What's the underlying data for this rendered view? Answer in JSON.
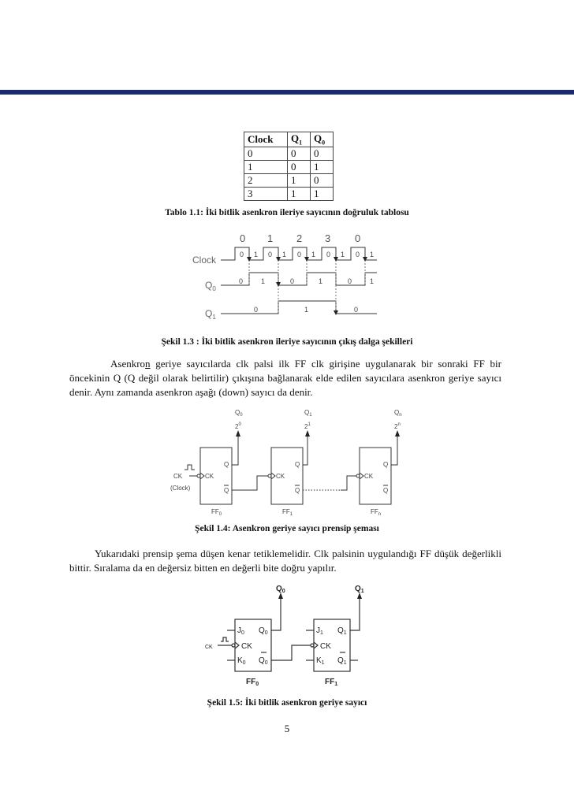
{
  "table": {
    "headers": [
      "Clock",
      "Q",
      "Q"
    ],
    "header_subs": [
      "",
      "1",
      "0"
    ],
    "rows": [
      [
        "0",
        "0",
        "0"
      ],
      [
        "1",
        "0",
        "1"
      ],
      [
        "2",
        "1",
        "0"
      ],
      [
        "3",
        "1",
        "1"
      ]
    ]
  },
  "captions": {
    "table": "Tablo 1.1: İki bitlik asenkron ileriye sayıcının doğruluk tablosu",
    "fig13": "Şekil 1.3 : İki bitlik asenkron ileriye sayıcının çıkış dalga şekilleri",
    "fig14": "Şekil 1.4:  Asenkron geriye sayıcı prensip şeması",
    "fig15": "Şekil 1.5: İki bitlik asenkron geriye sayıcı"
  },
  "paragraph1": {
    "pre": "Asenkro",
    "underlined": "n",
    "post": " geriye sayıcılarda clk palsi ilk FF clk girişine uygulanarak bir sonraki FF bir öncekinin Q (Q değil olarak belirtilir) çıkışına bağlanarak elde edilen sayıcılara asenkron geriye sayıcı denir. Aynı zamanda asenkron aşağı (down) sayıcı da denir."
  },
  "paragraph2": "Yukarıdaki prensip şema düşen kenar tetiklemelidir. Clk palsinin uygulandığı FF düşük değerlikli bittir. Sıralama da en değersiz bitten en değerli bite doğru yapılır.",
  "waveform": {
    "signal_labels": [
      "Clock",
      "Q",
      "Q"
    ],
    "signal_subs": [
      "",
      "0",
      "1"
    ],
    "clock_counts": [
      "0",
      "1",
      "2",
      "3",
      "0"
    ],
    "clock_levels": [
      "0",
      "1",
      "0",
      "1",
      "0",
      "1",
      "0",
      "1",
      "0",
      "1"
    ],
    "q0_levels": [
      "0",
      "1",
      "0",
      "1",
      "0",
      "1"
    ],
    "q1_levels": [
      "0",
      "1",
      "0"
    ]
  },
  "fig14": {
    "outputs": [
      "Q",
      "Q",
      "Q"
    ],
    "output_subs": [
      "0",
      "1",
      "n"
    ],
    "weights": [
      "2",
      "2",
      "2"
    ],
    "weight_sups": [
      "0",
      "1",
      "n"
    ],
    "ff_names": [
      "FF",
      "FF",
      "FF"
    ],
    "ff_subs": [
      "0",
      "1",
      "n"
    ],
    "pin_q": "Q",
    "pin_qbar": "Q",
    "pin_ck": "CK",
    "ck_input": "CK",
    "clock_note": "(Clock)"
  },
  "fig15": {
    "outputs": [
      "Q",
      "Q"
    ],
    "output_subs": [
      "0",
      "1"
    ],
    "ff_names": [
      "FF",
      "FF"
    ],
    "ff_subs": [
      "0",
      "1"
    ],
    "pins_j": [
      "J",
      "J"
    ],
    "pins_k": [
      "K",
      "K"
    ],
    "pin_ck": "CK",
    "ck_input": "CK"
  },
  "page_number": "5"
}
